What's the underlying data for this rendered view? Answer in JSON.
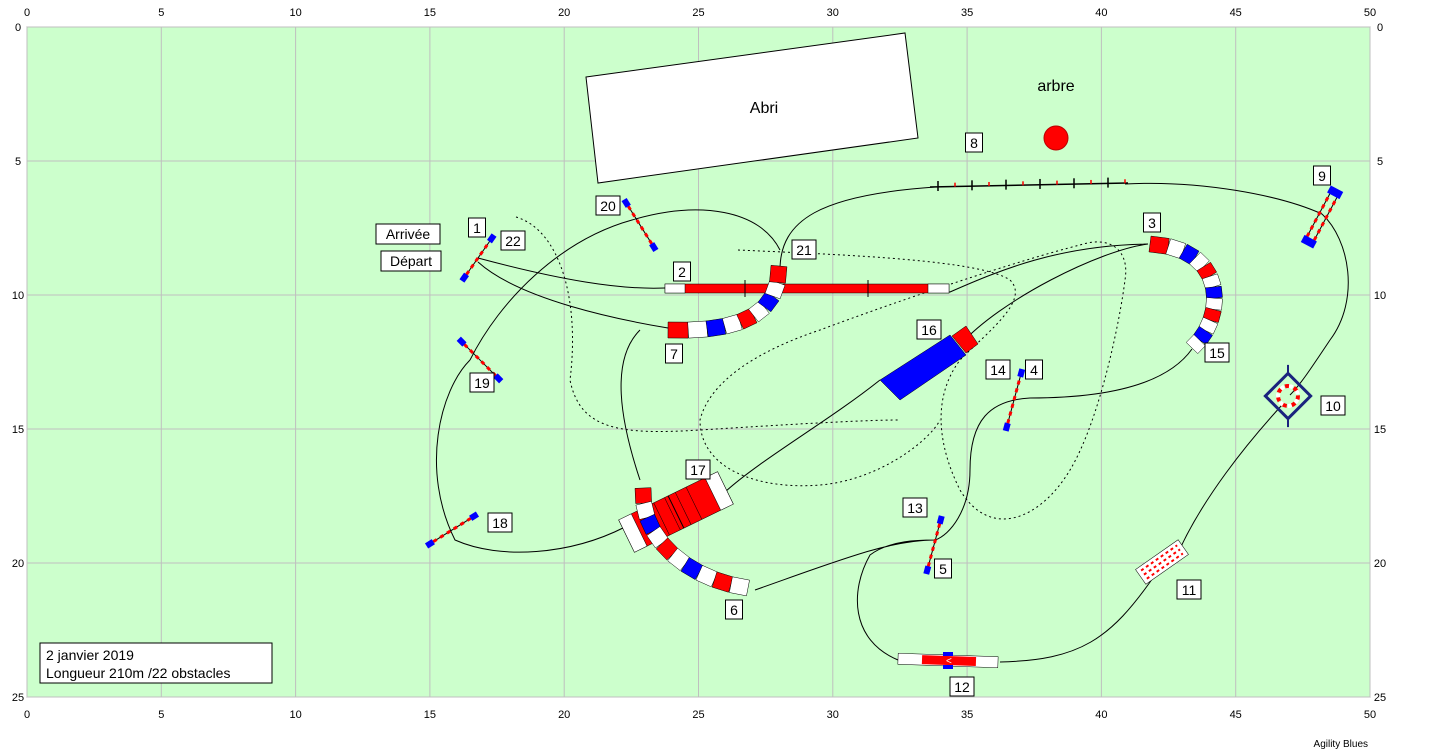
{
  "field": {
    "background": "#ccffcc",
    "grid_color": "#bfbfbf",
    "x_ticks": [
      "0",
      "5",
      "10",
      "15",
      "20",
      "25",
      "30",
      "35",
      "40",
      "45",
      "50"
    ],
    "y_ticks": [
      "0",
      "5",
      "10",
      "15",
      "20",
      "25"
    ]
  },
  "labels": {
    "shelter": "Abri",
    "tree": "arbre",
    "finish": "Arrivée",
    "start": "Départ",
    "info_line1": "2 janvier 2019",
    "info_line2": "Longueur 210m /22 obstacles",
    "credit": "Agility Blues"
  },
  "numbers": [
    "1",
    "2",
    "3",
    "4",
    "5",
    "6",
    "7",
    "8",
    "9",
    "10",
    "11",
    "12",
    "13",
    "14",
    "15",
    "16",
    "17",
    "18",
    "19",
    "20",
    "21",
    "22"
  ],
  "colors": {
    "red": "#ff0000",
    "blue": "#0000ff",
    "white": "#ffffff",
    "dark_blue": "#1a237e"
  }
}
